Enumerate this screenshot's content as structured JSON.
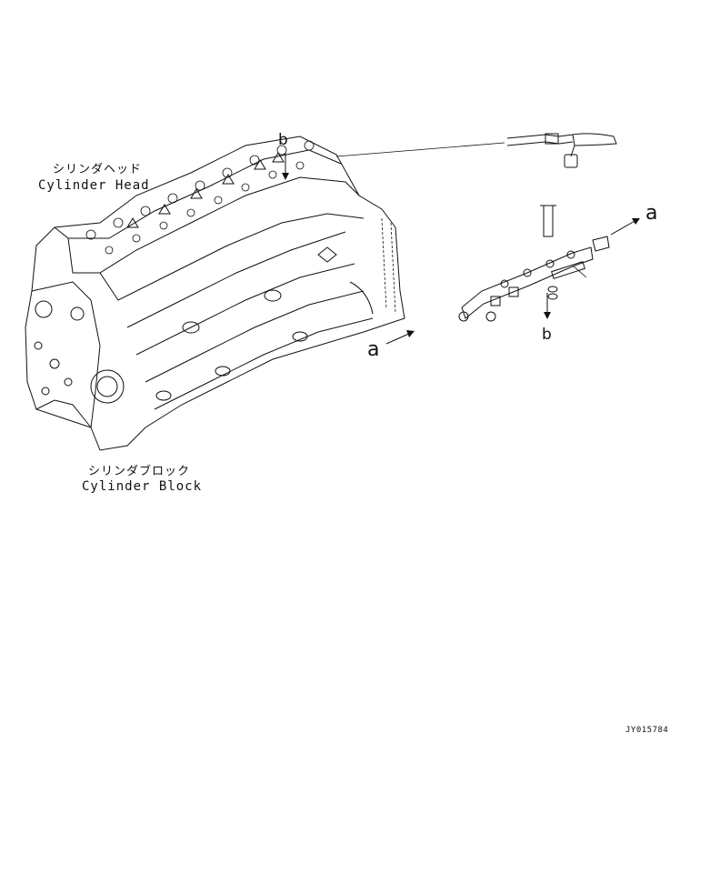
{
  "labels": {
    "cylinder_head_jp": "シリンダヘッド",
    "cylinder_head_en": "Cylinder Head",
    "cylinder_block_jp": "シリンダブロック",
    "cylinder_block_en": "Cylinder Block",
    "ref_a": "a",
    "ref_b": "b",
    "drawing_id": "JY015784"
  }
}
